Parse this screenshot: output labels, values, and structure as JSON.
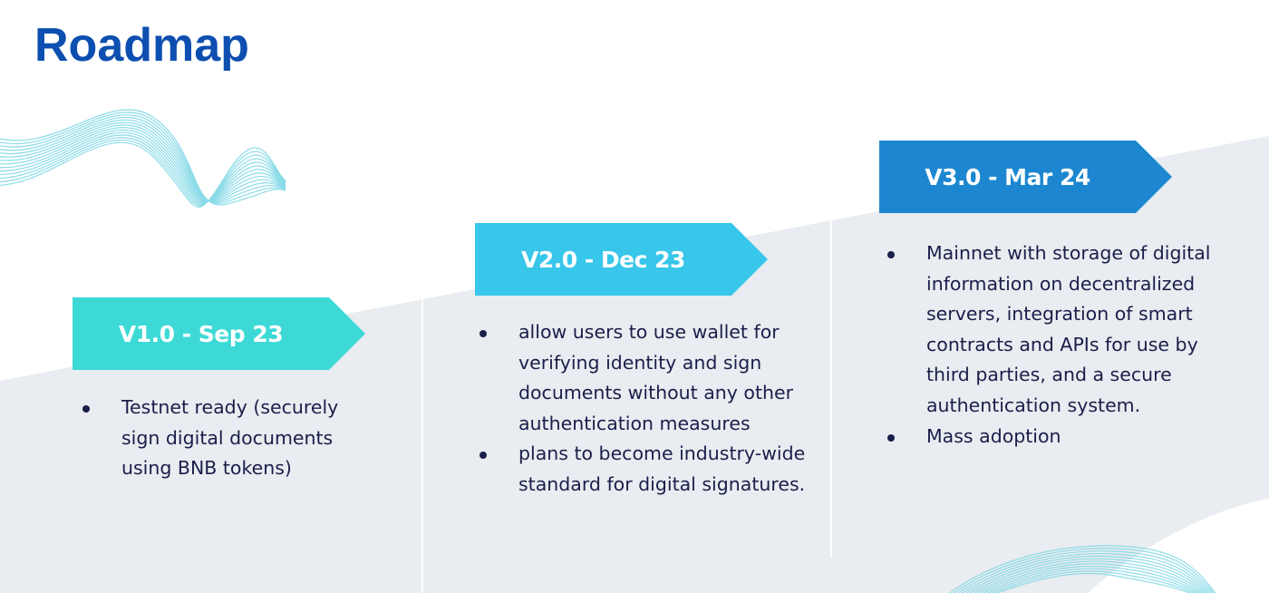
{
  "page": {
    "title": "Roadmap"
  },
  "colors": {
    "title": "#0d4fb0",
    "slope_fill": "#e9ecf0",
    "divider": "#ffffff",
    "wave": "#7fd8e6",
    "text": "#1a1f4a"
  },
  "phases": [
    {
      "label": "V1.0 - Sep 23",
      "color": "#3dd9d6",
      "bullets": [
        "Testnet ready (securely sign digital documents using BNB tokens)"
      ]
    },
    {
      "label": "V2.0 - Dec 23",
      "color": "#38c6ea",
      "bullets": [
        "allow users to use wallet for verifying identity and sign documents without any other authentication measures",
        "plans to become industry-wide standard for digital signatures."
      ]
    },
    {
      "label": "V3.0 - Mar 24",
      "color": "#1c87d0",
      "bullets": [
        "Mainnet with storage of digital information on decentralized servers, integration of smart contracts and APIs for use by third parties, and a secure authentication system.",
        "Mass adoption"
      ]
    }
  ]
}
